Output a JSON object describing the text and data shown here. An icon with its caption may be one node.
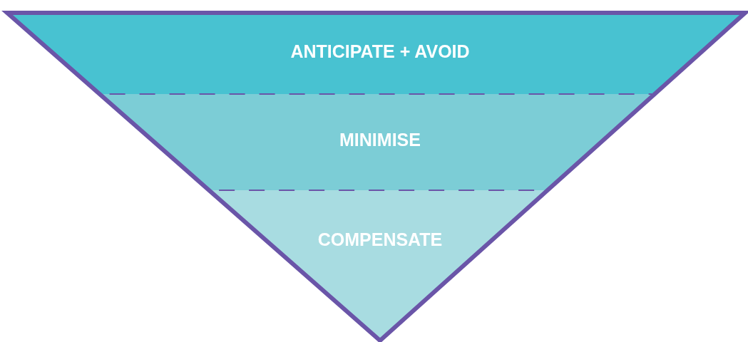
{
  "diagram": {
    "nodes": [
      {
        "text": [
          "ANTICIPATE + AVOID"
        ]
      },
      {
        "text": [
          "MINIMISE"
        ]
      },
      {
        "text": [
          "COMPENSATE"
        ]
      }
    ]
  }
}
